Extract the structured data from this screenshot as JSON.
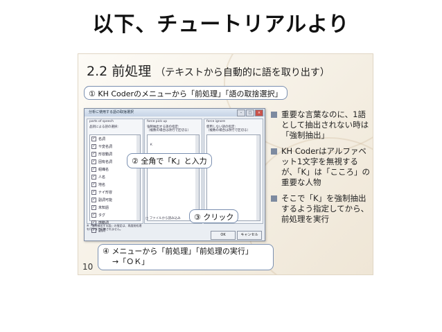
{
  "page_title": "以下、チュートリアルより",
  "slide": {
    "heading": "2.2 前処理",
    "heading_sub": "（テキストから自動的に語を取り出す）",
    "callout1": "① KH Coderのメニューから「前処理」「語の取捨選択」",
    "callout2": "② 全角で「K」と入力",
    "callout3": "③ クリック",
    "callout4_line1": "④ メニューから「前処理」「前処理の実行」",
    "callout4_line2": "→「ＯＫ」",
    "bullets": [
      "重要な言葉なのに、1語として抽出されない時は「強制抽出」",
      "KH Coderはアルファベット1文字を無視するが、「K」は「こころ」の重要な人物",
      "そこで「K」を強制抽出するよう指定してから、前処理を実行"
    ],
    "page_number": "10"
  },
  "dialog": {
    "title": "分析に使用する語の取捨選択",
    "panel1_header": "parts of speech",
    "panel1_label": "品詞による語の選択:",
    "pos_items": [
      "名詞",
      "サ変名詞",
      "形容動詞",
      "固有名詞",
      "組織名",
      "人名",
      "地名",
      "ナイ形容",
      "副詞可能",
      "未知語",
      "タグ",
      "感動詞",
      "副詞"
    ],
    "panel2_header": "force pick up",
    "panel2_label": "強制抽出する語の指定:",
    "panel2_hint": "（複数の場合は改行で区切る）",
    "panel2_value": "Ｋ",
    "panel3_header": "force ignore",
    "panel3_label": "使用しない語の指定:",
    "panel3_hint": "（複数の場合は改行で区切る）",
    "file_checkbox": "ファイルから読み込み",
    "note": "※「強制抽出する語」の指定は、再度前処理を行うまで反映されません。",
    "ok": "OK",
    "cancel": "キャンセル",
    "accent": "#7d8aa0"
  }
}
